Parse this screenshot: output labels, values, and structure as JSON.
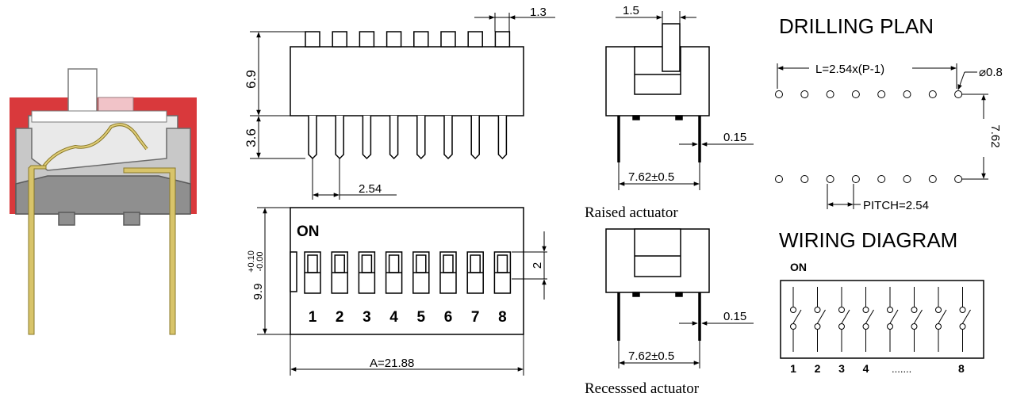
{
  "dims": {
    "top_width": "1.3",
    "height_body": "6.9",
    "height_pins": "3.6",
    "pin_pitch": "2.54",
    "top_tab": "1.5",
    "pin_thk_raised": "0.15",
    "row_spacing_raised": "7.62±0.5",
    "height_top_view": "9.9",
    "height_tol_plus": "+0.10",
    "height_tol_minus": "-0.00",
    "slot": "2",
    "length": "A=21.88",
    "pin_thk_recessed": "0.15",
    "row_spacing_recessed": "7.62±0.5"
  },
  "labels": {
    "on_top_view": "ON",
    "switch_numbers": [
      "1",
      "2",
      "3",
      "4",
      "5",
      "6",
      "7",
      "8"
    ],
    "raised_actuator": "Raised actuator",
    "recessed_actuator": "Recesssed actuator"
  },
  "drilling": {
    "title": "DRILLING PLAN",
    "length_formula": "L=2.54x(P-1)",
    "hole_dia": "⌀0.8",
    "row_spacing": "7.62",
    "pitch": "PITCH=2.54"
  },
  "wiring": {
    "title": "WIRING DIAGRAM",
    "on_label": "ON",
    "numbers": [
      "1",
      "2",
      "3",
      "4"
    ],
    "ellipsis": ".......",
    "last_number": "8"
  },
  "colors": {
    "housing_red": "#d9393c",
    "housing_gray": "#c8c8c8",
    "housing_dark": "#8f8f8f",
    "pin_gold": "#d8c46a",
    "actuator_pink": "#f1c3c8"
  }
}
